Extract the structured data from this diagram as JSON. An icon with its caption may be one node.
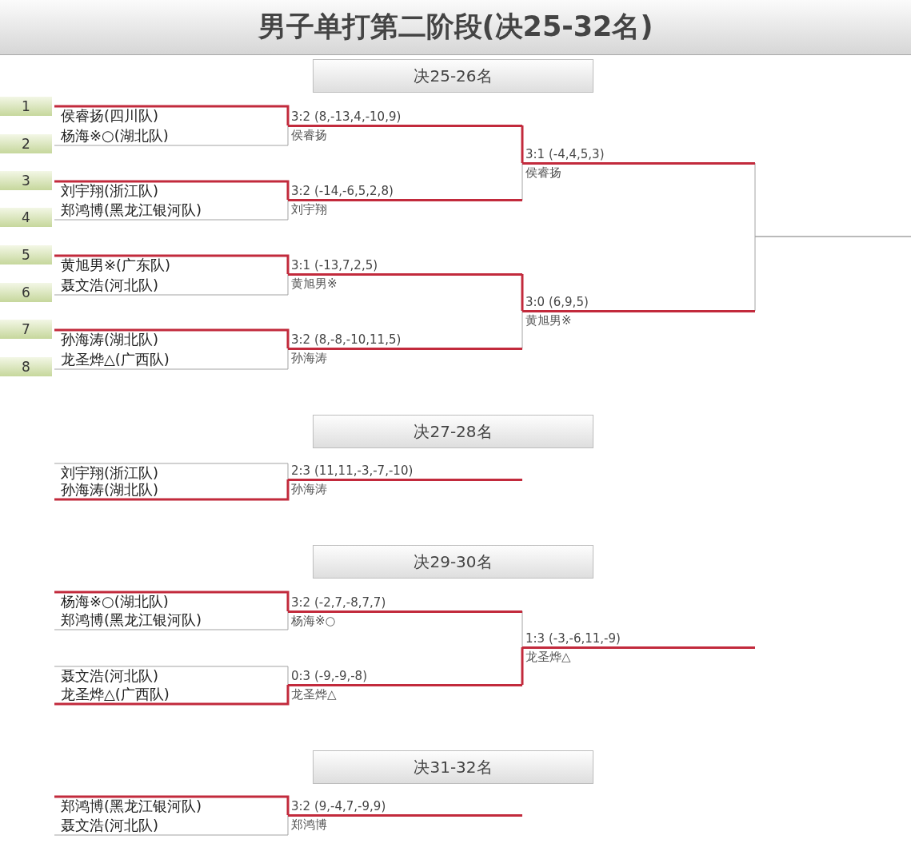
{
  "diagram": {
    "title": "男子单打第二阶段(决25-32名)",
    "nodes": [
      {
        "text": [
          "决25-26名"
        ]
      },
      {
        "text": [
          "1"
        ]
      },
      {
        "text": [
          "2"
        ]
      },
      {
        "text": [
          "3"
        ]
      },
      {
        "text": [
          "4"
        ]
      },
      {
        "text": [
          "5"
        ]
      },
      {
        "text": [
          "6"
        ]
      },
      {
        "text": [
          "7"
        ]
      },
      {
        "text": [
          "8"
        ]
      },
      {
        "text": [
          "侯睿扬(四川队)"
        ]
      },
      {
        "text": [
          "杨海※○(湖北队)"
        ]
      },
      {
        "text": [
          "刘宇翔(浙江队)"
        ]
      },
      {
        "text": [
          "郑鸿博(黑龙江银河队)"
        ]
      },
      {
        "text": [
          "黄旭男※(广东队)"
        ]
      },
      {
        "text": [
          "聂文浩(河北队)"
        ]
      },
      {
        "text": [
          "孙海涛(湖北队)"
        ]
      },
      {
        "text": [
          "龙圣烨△(广西队)"
        ]
      },
      {
        "text": [
          "3:2 (8,-13,4,-10,9)",
          "侯睿扬"
        ]
      },
      {
        "text": [
          "3:2 (-14,-6,5,2,8)",
          "刘宇翔"
        ]
      },
      {
        "text": [
          "3:1 (-13,7,2,5)",
          "黄旭男※"
        ]
      },
      {
        "text": [
          "3:2 (8,-8,-10,11,5)",
          "孙海涛"
        ]
      },
      {
        "text": [
          "3:1 (-4,4,5,3)",
          "侯睿扬"
        ]
      },
      {
        "text": [
          "3:0 (6,9,5)",
          "黄旭男※"
        ]
      },
      {
        "text": [
          "决27-28名"
        ]
      },
      {
        "text": [
          "刘宇翔(浙江队)"
        ]
      },
      {
        "text": [
          "孙海涛(湖北队)"
        ]
      },
      {
        "text": [
          "2:3 (11,11,-3,-7,-10)",
          "孙海涛"
        ]
      },
      {
        "text": [
          "决29-30名"
        ]
      },
      {
        "text": [
          "杨海※○(湖北队)"
        ]
      },
      {
        "text": [
          "郑鸿博(黑龙江银河队)"
        ]
      },
      {
        "text": [
          "聂文浩(河北队)"
        ]
      },
      {
        "text": [
          "龙圣烨△(广西队)"
        ]
      },
      {
        "text": [
          "3:2 (-2,7,-8,7,7)",
          "杨海※○"
        ]
      },
      {
        "text": [
          "0:3 (-9,-9,-8)",
          "龙圣烨△"
        ]
      },
      {
        "text": [
          "1:3 (-3,-6,11,-9)",
          "龙圣烨△"
        ]
      },
      {
        "text": [
          "决31-32名"
        ]
      },
      {
        "text": [
          "郑鸿博(黑龙江银河队)"
        ]
      },
      {
        "text": [
          "聂文浩(河北队)"
        ]
      },
      {
        "text": [
          "3:2 (9,-4,7,-9,9)",
          "郑鸿博"
        ]
      }
    ],
    "edges": [
      {
        "from": 9,
        "to": 17,
        "arrow": "none",
        "color": "#c22a3c",
        "style": "thick"
      },
      {
        "from": 10,
        "to": 17,
        "arrow": "none"
      },
      {
        "from": 11,
        "to": 18,
        "arrow": "none",
        "color": "#c22a3c",
        "style": "thick"
      },
      {
        "from": 12,
        "to": 18,
        "arrow": "none"
      },
      {
        "from": 13,
        "to": 19,
        "arrow": "none",
        "color": "#c22a3c",
        "style": "thick"
      },
      {
        "from": 14,
        "to": 19,
        "arrow": "none"
      },
      {
        "from": 15,
        "to": 20,
        "arrow": "none",
        "color": "#c22a3c",
        "style": "thick"
      },
      {
        "from": 16,
        "to": 20,
        "arrow": "none"
      },
      {
        "from": 17,
        "to": 21,
        "arrow": "none",
        "color": "#c22a3c",
        "style": "thick"
      },
      {
        "from": 18,
        "to": 21,
        "arrow": "none"
      },
      {
        "from": 19,
        "to": 22,
        "arrow": "none",
        "color": "#c22a3c",
        "style": "thick"
      },
      {
        "from": 20,
        "to": 22,
        "arrow": "none"
      },
      {
        "from": 21,
        "to": null,
        "arrow": "none"
      },
      {
        "from": 22,
        "to": null,
        "arrow": "none"
      },
      {
        "from": 24,
        "to": 26,
        "arrow": "none"
      },
      {
        "from": 25,
        "to": 26,
        "arrow": "none",
        "color": "#c22a3c",
        "style": "thick"
      },
      {
        "from": 28,
        "to": 32,
        "arrow": "none",
        "color": "#c22a3c",
        "style": "thick"
      },
      {
        "from": 29,
        "to": 32,
        "arrow": "none"
      },
      {
        "from": 30,
        "to": 33,
        "arrow": "none"
      },
      {
        "from": 31,
        "to": 33,
        "arrow": "none",
        "color": "#c22a3c",
        "style": "thick"
      },
      {
        "from": 32,
        "to": 34,
        "arrow": "none"
      },
      {
        "from": 33,
        "to": 34,
        "arrow": "none",
        "color": "#c22a3c",
        "style": "thick"
      },
      {
        "from": 36,
        "to": 38,
        "arrow": "none",
        "color": "#c22a3c",
        "style": "thick"
      },
      {
        "from": 37,
        "to": 38,
        "arrow": "none"
      }
    ]
  }
}
